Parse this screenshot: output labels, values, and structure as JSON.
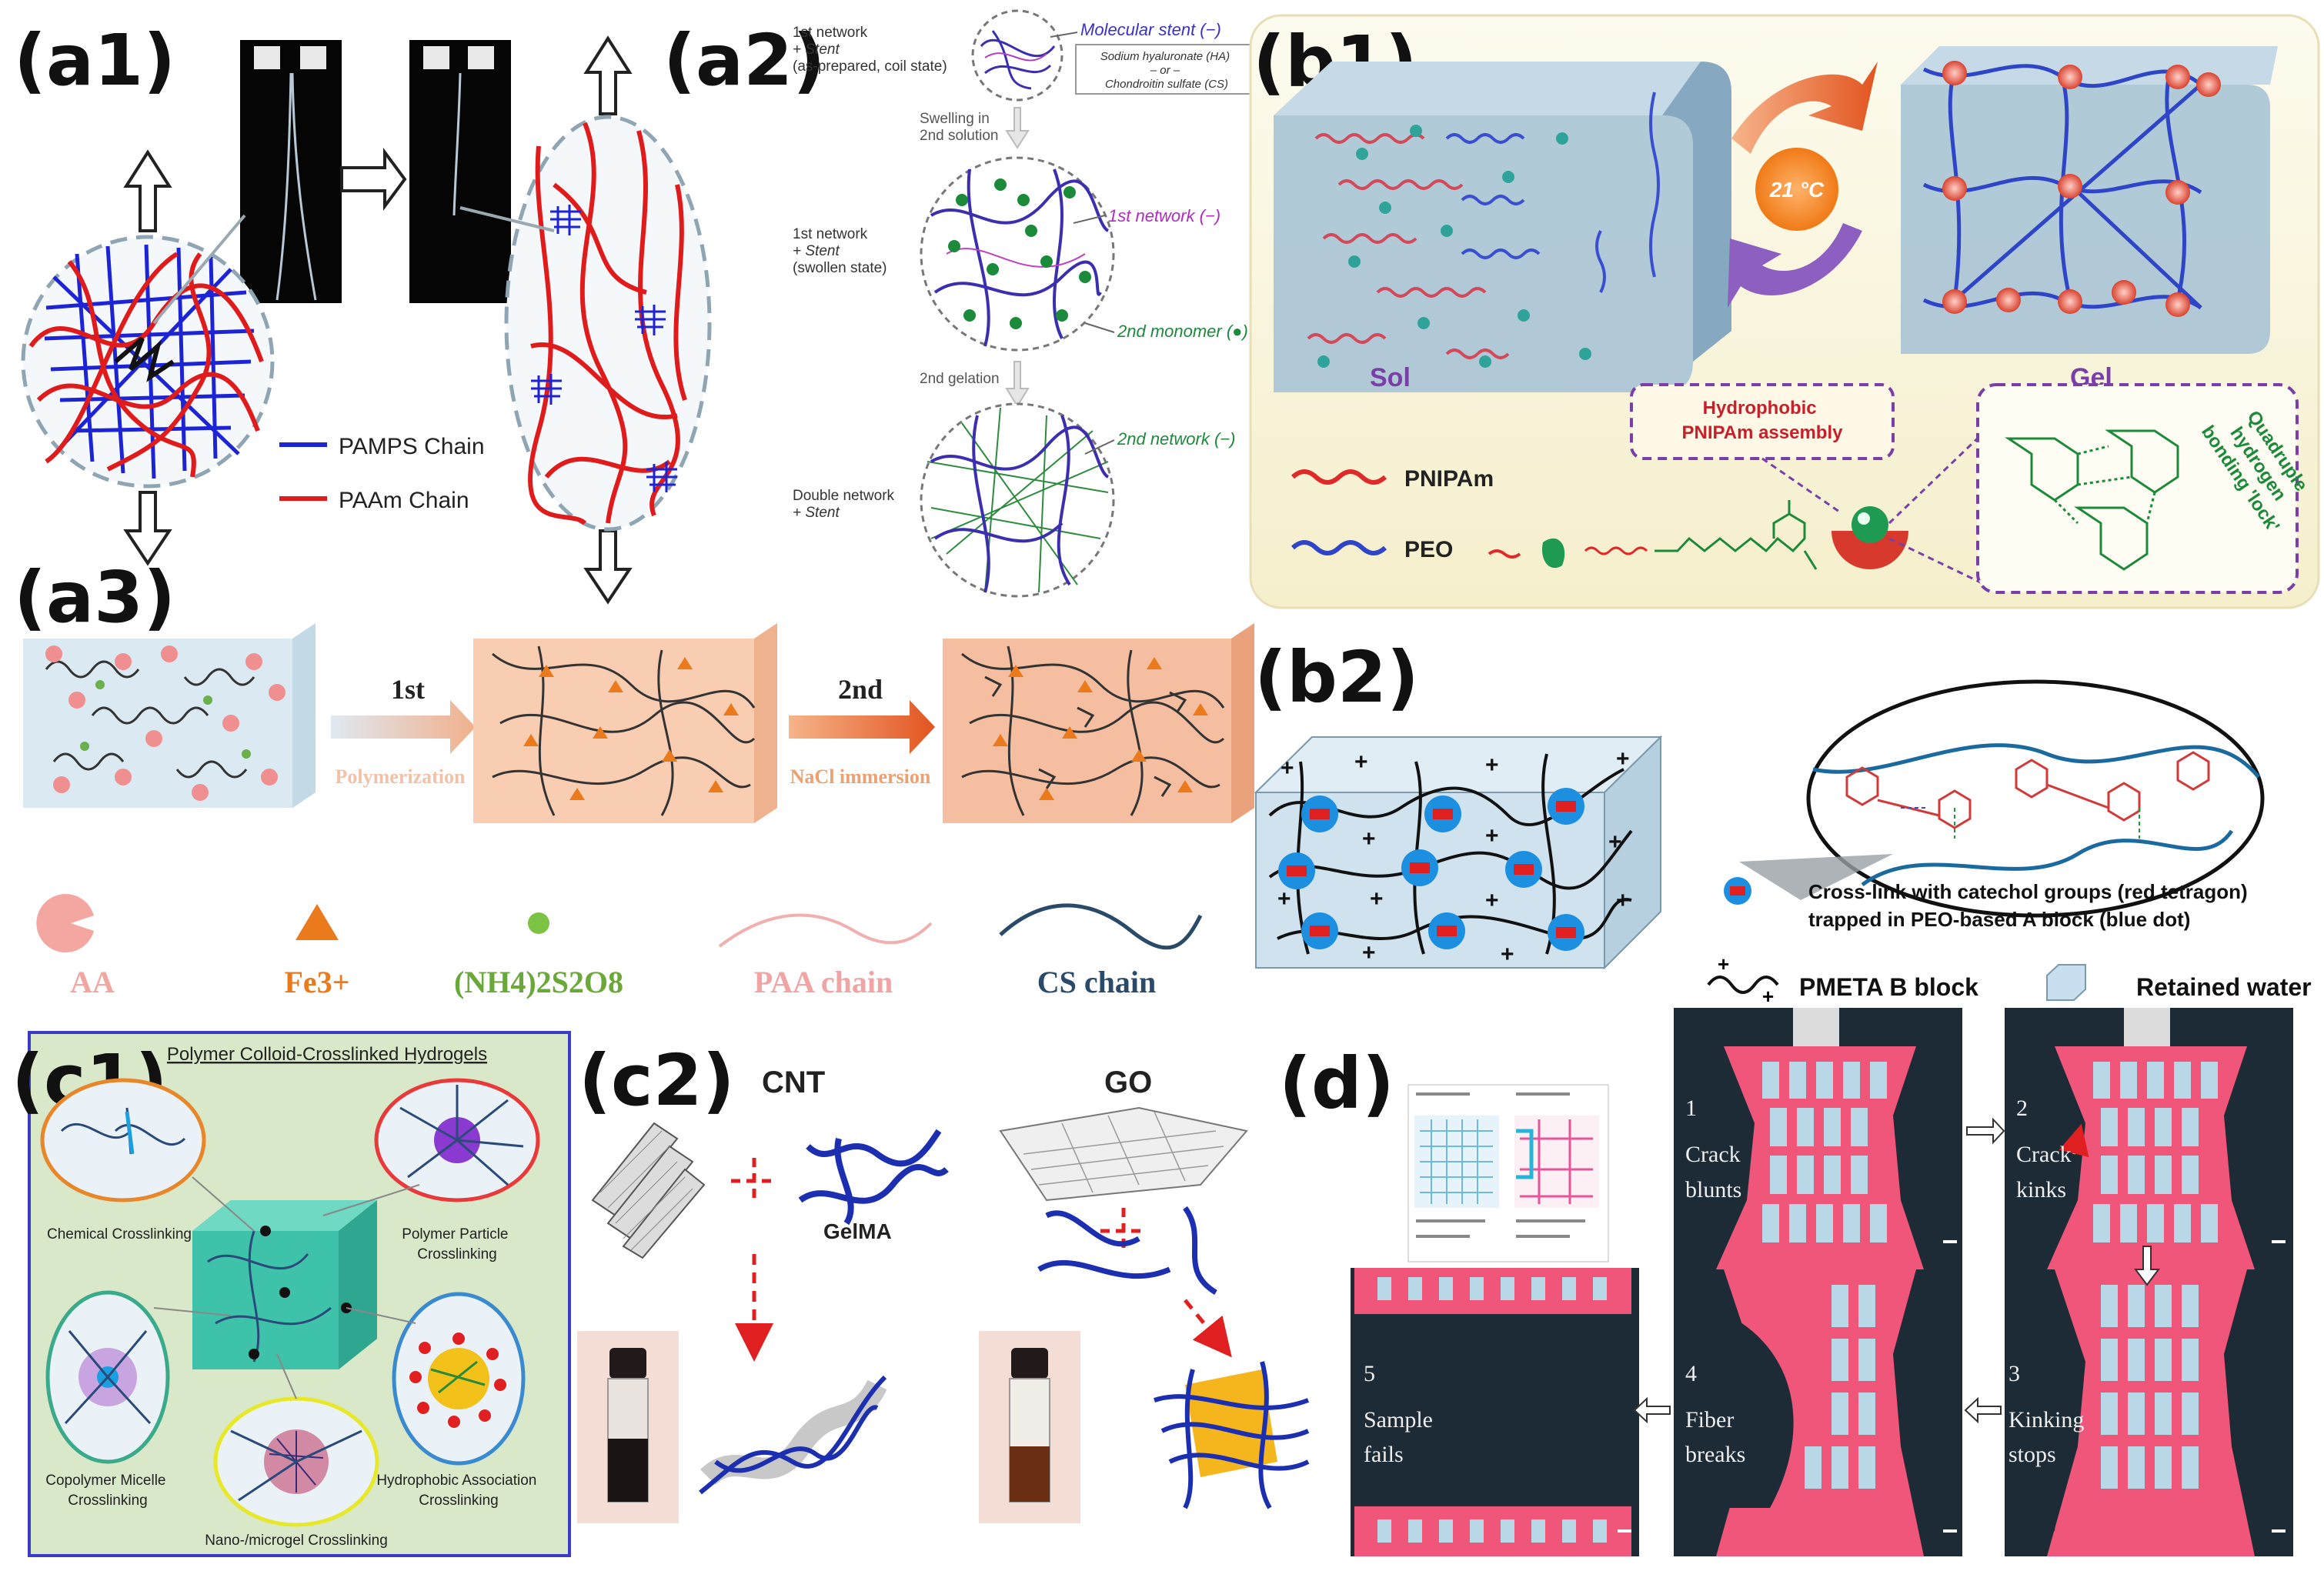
{
  "panels": {
    "a1": {
      "label": "(a1)",
      "legend_pamps": "PAMPS Chain",
      "legend_paam": "PAAm Chain"
    },
    "a2": {
      "label": "(a2)",
      "stage1": [
        "1st network",
        "+ Stent",
        "(as-prepared, coil state)"
      ],
      "stent_label": "Molecular stent (−)",
      "stent_box": [
        "Sodium hyaluronate (HA)",
        "– or –",
        "Chondroitin sulfate (CS)"
      ],
      "step1": [
        "Swelling in",
        "2nd solution"
      ],
      "stage2": [
        "1st network",
        "+ Stent",
        "(swollen state)"
      ],
      "first_network": "1st network (−)",
      "second_monomer": "2nd monomer (●)",
      "step2": "2nd gelation",
      "stage3": [
        "Double network",
        "+ Stent"
      ],
      "second_network": "2nd network (−)"
    },
    "a3": {
      "label": "(a3)",
      "step1_title": "1st",
      "step1_sub": "Polymerization",
      "step2_title": "2nd",
      "step2_sub": "NaCl immersion",
      "legend": [
        "AA",
        "Fe3+",
        "(NH4)2S2O8",
        "PAA chain",
        "CS chain"
      ]
    },
    "b1": {
      "label": "(b1)",
      "sol": "Sol",
      "gel": "Gel",
      "temp": "21 °C",
      "legend_pnipam": "PNIPAm",
      "legend_peo": "PEO",
      "hydrophobic": [
        "Hydrophobic",
        "PNIPAm assembly"
      ],
      "quad": [
        "Quadruple",
        "hydrogen",
        "bonding 'lock'"
      ]
    },
    "b2": {
      "label": "(b2)",
      "crosslink_caption": [
        "Cross-link with catechol groups (red tetragon)",
        "trapped in PEO-based A block (blue dot)"
      ],
      "pmeta": "PMETA B block",
      "water": "Retained water"
    },
    "c1": {
      "label": "(c1)",
      "title": "Polymer Colloid-Crosslinked Hydrogels",
      "items": [
        "Chemical Crosslinking",
        "Polymer Particle",
        "Crosslinking",
        "Copolymer Micelle",
        "Crosslinking",
        "Hydrophobic Association",
        "Crosslinking",
        "Nano-/microgel Crosslinking"
      ]
    },
    "c2": {
      "label": "(c2)",
      "cnt": "CNT",
      "go": "GO",
      "gelma": "GelMA"
    },
    "d": {
      "label": "(d)",
      "photos": [
        {
          "num": "1",
          "text": [
            "Crack",
            "blunts"
          ]
        },
        {
          "num": "2",
          "text": [
            "Crack",
            "kinks"
          ]
        },
        {
          "num": "3",
          "text": [
            "Kinking",
            "stops"
          ]
        },
        {
          "num": "4",
          "text": [
            "Fiber",
            "breaks"
          ]
        },
        {
          "num": "5",
          "text": [
            "Sample",
            "fails"
          ]
        }
      ]
    }
  },
  "colors": {
    "pamps": "#1d24d6",
    "paam": "#e01b1b",
    "b1_bg": "#fbf7e4",
    "c1_bg": "#d7e8c6",
    "photo_bg": "#1d2b36",
    "fiber": "#f0567a"
  }
}
